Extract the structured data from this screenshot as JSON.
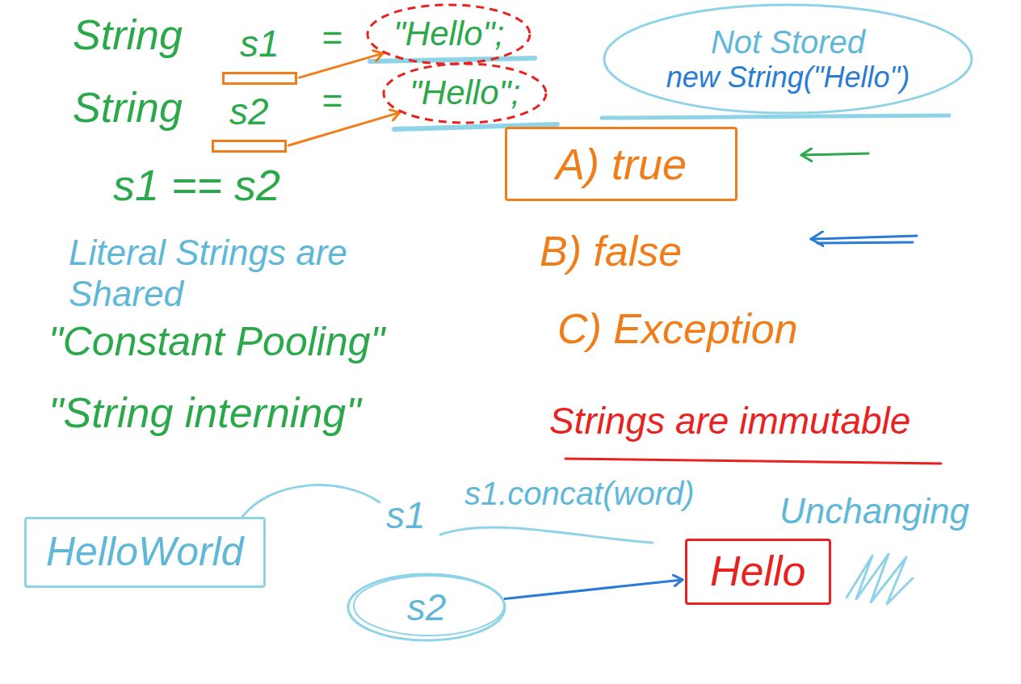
{
  "diagram": {
    "nodes": [
      {
        "text": [
          "s1"
        ]
      },
      {
        "text": [
          "s2"
        ]
      },
      {
        "text": [
          "\"Hello\";"
        ]
      },
      {
        "text": [
          "\"Hello\";"
        ]
      },
      {
        "text": [
          "Not Stored",
          "new String(\"Hello\")"
        ]
      },
      {
        "text": [
          "A) true"
        ]
      },
      {
        "text": [
          "HelloWorld"
        ]
      },
      {
        "text": [
          "Hello"
        ]
      },
      {
        "text": [
          "s2"
        ]
      }
    ],
    "edges": [
      {
        "from": 0,
        "to": 2,
        "arrow": "to"
      },
      {
        "from": 1,
        "to": 3,
        "arrow": "to"
      },
      {
        "from": 8,
        "to": 7,
        "arrow": "to"
      }
    ],
    "labels": [
      "String",
      "=",
      "String",
      "=",
      "s1 == s2",
      "B) false",
      "C) Exception",
      "Literal Strings are Shared",
      "\"Constant Pooling\"",
      "\"String interning\"",
      "Strings are immutable",
      "s1",
      "s1.concat(word)",
      "Unchanging"
    ]
  }
}
